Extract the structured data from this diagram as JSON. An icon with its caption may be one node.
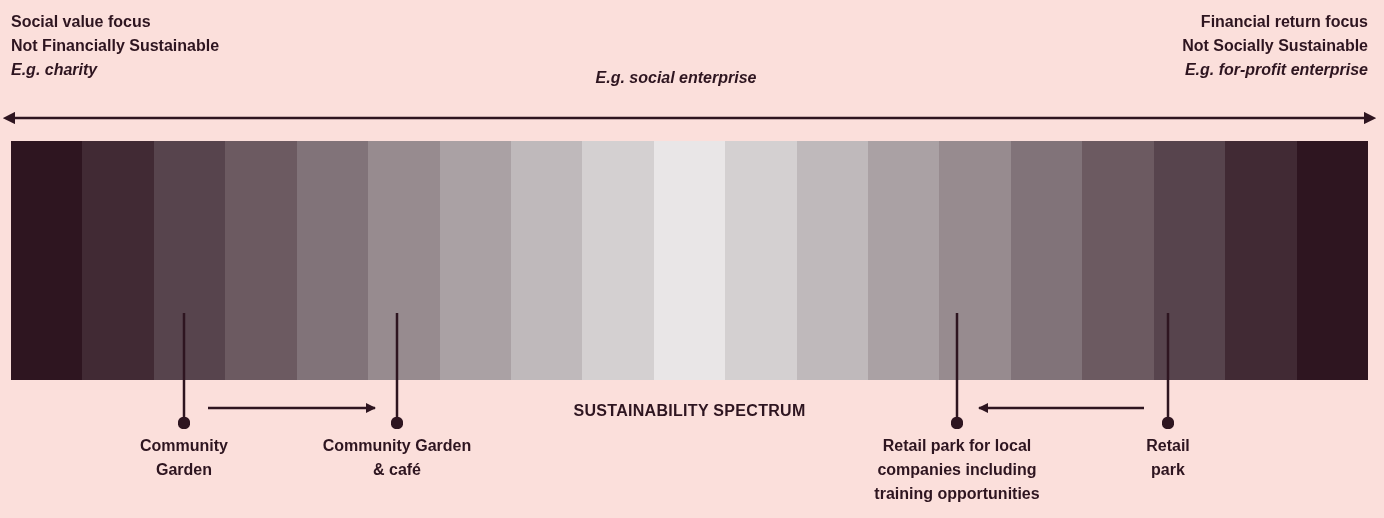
{
  "diagram": {
    "nodes": [
      {
        "text": [],
        "shape": "bar",
        "beside": [
          "SUSTAINABILITY SPECTRUM"
        ]
      },
      {
        "text": [
          "Community Garden"
        ]
      },
      {
        "text": [
          "Community Garden & café"
        ]
      },
      {
        "text": [
          "Retail park for local companies including training opportunities"
        ]
      },
      {
        "text": [
          "Retail park"
        ]
      }
    ],
    "edges": [
      {
        "from": 1,
        "to": 0,
        "arrow": "other"
      },
      {
        "from": 2,
        "to": 0,
        "arrow": "other"
      },
      {
        "from": 3,
        "to": 0,
        "arrow": "other"
      },
      {
        "from": 4,
        "to": 0,
        "arrow": "other"
      },
      {
        "from": 1,
        "to": 2,
        "arrow": "to"
      },
      {
        "from": 4,
        "to": 3,
        "arrow": "to"
      }
    ],
    "labels": [
      "Social value focus",
      "Not Financially Sustainable",
      "E.g. charity",
      "E.g. social enterprise",
      "Financial return focus",
      "Not Socially Sustainable",
      "E.g. for-profit enterprise"
    ]
  }
}
